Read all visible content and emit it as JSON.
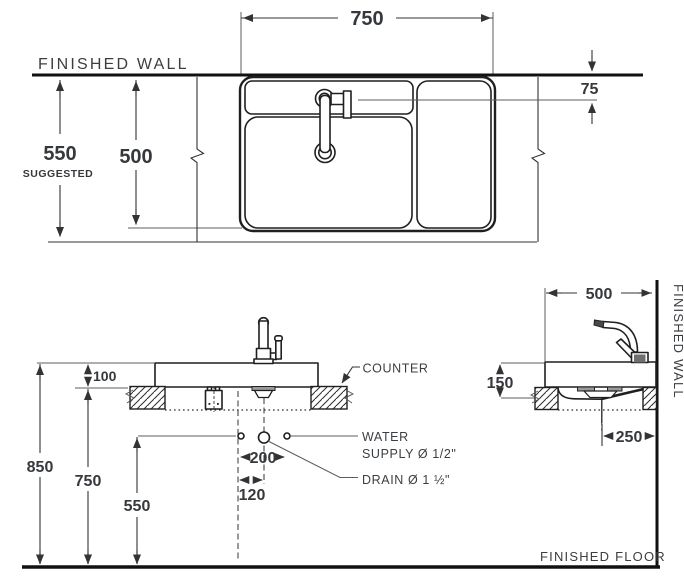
{
  "drawing": {
    "top_view": {
      "finished_wall_label": "FINISHED WALL",
      "width": "750",
      "suggested_depth": "550",
      "suggested_note": "SUGGESTED",
      "sink_depth": "500",
      "faucet_offset": "75"
    },
    "front_view": {
      "rim_above_counter": "100",
      "rim_height_from_floor": "850",
      "counter_height": "750",
      "supply_height": "550",
      "supply_spacing": "200",
      "drain_offset": "120",
      "counter_label": "COUNTER",
      "water_label_line1": "WATER",
      "water_label_line2": "SUPPLY Ø 1/2\"",
      "drain_label": "DRAIN Ø 1 ½\""
    },
    "side_view": {
      "depth": "500",
      "basin_depth": "150",
      "drain_to_wall": "250",
      "finished_wall_label": "FINISHED WALL",
      "finished_floor_label": "FINISHED FLOOR"
    },
    "colors": {
      "line": "#1f1f1f",
      "text": "#35383c",
      "background": "#ffffff"
    }
  }
}
